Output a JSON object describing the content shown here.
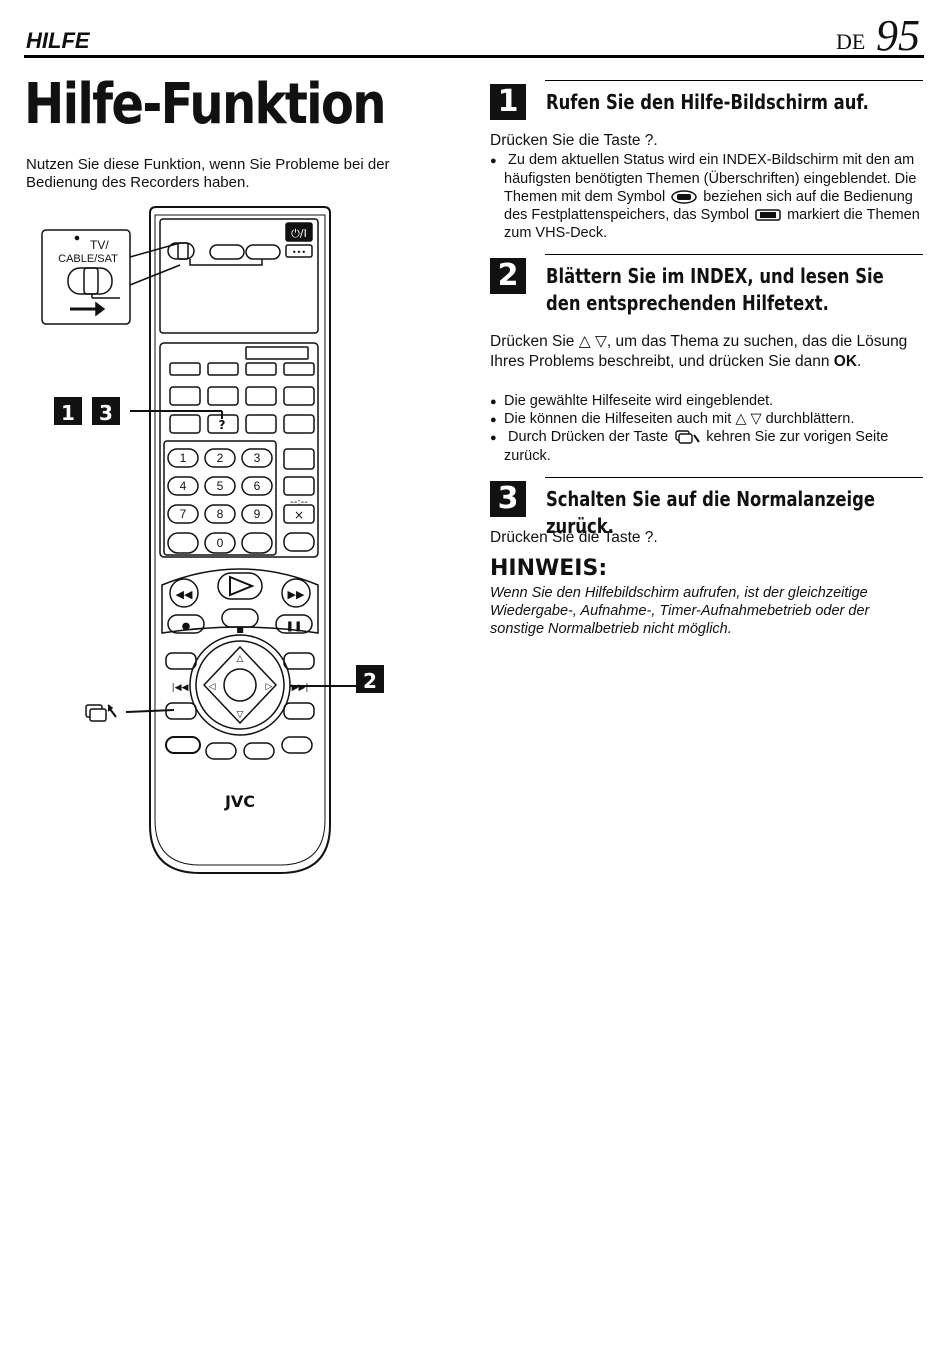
{
  "header": {
    "section": "HILFE",
    "lang": "DE",
    "page": "95"
  },
  "title": "Hilfe-Funktion",
  "intro": "Nutzen Sie diese Funktion, wenn Sie Probleme bei der Bedienung des Recorders haben.",
  "remote": {
    "switch_label_line1": "TV/",
    "switch_label_line2": "CABLE/SAT",
    "callout_1": "1",
    "callout_3": "3",
    "callout_2": "2",
    "digits": [
      "1",
      "2",
      "3",
      "4",
      "5",
      "6",
      "7",
      "8",
      "9",
      "0"
    ],
    "brand": "JVC"
  },
  "steps": [
    {
      "number": "1",
      "title": "Rufen Sie den Hilfe-Bildschirm auf.",
      "action": "Drücken Sie die Taste ?.",
      "bullet_a": "Zu dem aktuellen Status wird ein INDEX-Bildschirm mit den am häufigsten benötigten Themen (Überschriften) eingeblendet. Die Themen mit dem Symbol",
      "bullet_b": "beziehen sich auf die Bedienung des Festplattenspeichers, das Symbol",
      "bullet_c": "markiert die Themen zum VHS-Deck."
    },
    {
      "number": "2",
      "title": "Blättern Sie im INDEX, und lesen Sie den entsprechenden Hilfetext.",
      "action_a": "Drücken Sie △ ▽, um das Thema zu suchen, das die Lösung Ihres Problems beschreibt, und drücken Sie dann",
      "action_ok": "OK",
      "bullets": [
        "Die gewählte Hilfeseite wird eingeblendet.",
        "Die können die Hilfeseiten auch mit △ ▽ durchblättern."
      ],
      "bullet_back_a": "Durch Drücken der Taste",
      "bullet_back_b": "kehren Sie zur vorigen Seite zurück."
    },
    {
      "number": "3",
      "title": "Schalten Sie auf die Normalanzeige zurück.",
      "action": "Drücken Sie die Taste ?."
    }
  ],
  "notes": {
    "title": "HINWEIS:",
    "text": "Wenn Sie den Hilfebildschirm aufrufen, ist der gleichzeitige Wiedergabe-, Aufnahme-, Timer-Aufnahmebetrieb oder der sonstige Normalbetrieb nicht möglich."
  }
}
